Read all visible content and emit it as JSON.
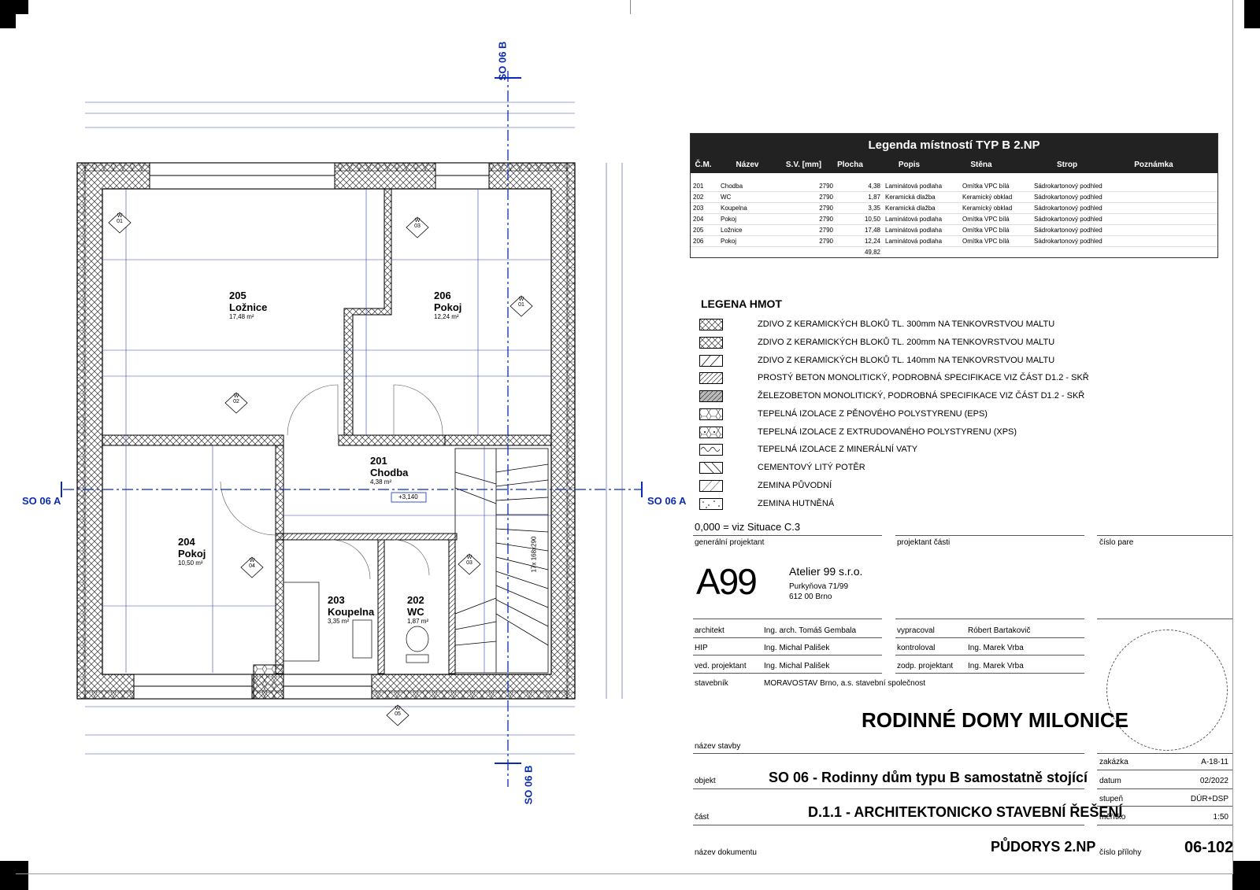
{
  "drawing": {
    "section_labels": {
      "a_left": "SO 06 A",
      "a_right": "SO 06 A",
      "b_top": "SO 06 B",
      "b_bottom": "SO 06 B"
    },
    "rooms": [
      {
        "num": "205",
        "name": "Ložnice",
        "area": "17,48 m²"
      },
      {
        "num": "206",
        "name": "Pokoj",
        "area": "12,24 m²"
      },
      {
        "num": "201",
        "name": "Chodba",
        "area": "4,38 m²"
      },
      {
        "num": "204",
        "name": "Pokoj",
        "area": "10,50 m²"
      },
      {
        "num": "203",
        "name": "Koupelna",
        "area": "3,35 m²"
      },
      {
        "num": "202",
        "name": "WC",
        "area": "1,87 m²"
      }
    ],
    "level_mark": "+3,140",
    "stair_note": "17x 168x290",
    "windows": [
      {
        "top": "W",
        "bottom": "01"
      },
      {
        "top": "W",
        "bottom": "03"
      },
      {
        "top": "W",
        "bottom": "01"
      },
      {
        "top": "W",
        "bottom": "02"
      },
      {
        "top": "W",
        "bottom": "04"
      },
      {
        "top": "W",
        "bottom": "03"
      },
      {
        "top": "W",
        "bottom": "05"
      }
    ]
  },
  "room_legend": {
    "title": "Legenda místností TYP B 2.NP",
    "headers": [
      "Č.M.",
      "Název",
      "S.V. [mm]",
      "Plocha [m2]",
      "Popis",
      "Stěna",
      "Strop",
      "Poznámka"
    ],
    "rows": [
      [
        "201",
        "Chodba",
        "2790",
        "4,38",
        "Laminátová podlaha",
        "Omítka VPC bílá",
        "Sádrokartonový podhled",
        ""
      ],
      [
        "202",
        "WC",
        "2790",
        "1,87",
        "Keramická dlažba",
        "Keramický obklad",
        "Sádrokartonový podhled",
        ""
      ],
      [
        "203",
        "Koupelna",
        "2790",
        "3,35",
        "Keramická dlažba",
        "Keramický obklad",
        "Sádrokartonový podhled",
        ""
      ],
      [
        "204",
        "Pokoj",
        "2790",
        "10,50",
        "Laminátová podlaha",
        "Omítka VPC bílá",
        "Sádrokartonový podhled",
        ""
      ],
      [
        "205",
        "Ložnice",
        "2790",
        "17,48",
        "Laminátová podlaha",
        "Omítka VPC bílá",
        "Sádrokartonový podhled",
        ""
      ],
      [
        "206",
        "Pokoj",
        "2790",
        "12,24",
        "Laminátová podlaha",
        "Omítka VPC bílá",
        "Sádrokartonový podhled",
        ""
      ]
    ],
    "total": "49,82"
  },
  "material_legend": {
    "title": "LEGENA HMOT",
    "items": [
      {
        "pattern": "cross-hatch",
        "label": "ZDIVO Z KERAMICKÝCH BLOKŮ TL. 300mm NA TENKOVRSTVOU MALTU"
      },
      {
        "pattern": "cross-hatch",
        "label": "ZDIVO Z KERAMICKÝCH BLOKŮ TL. 200mm NA TENKOVRSTVOU MALTU"
      },
      {
        "pattern": "diagonal",
        "label": "ZDIVO Z KERAMICKÝCH BLOKŮ TL. 140mm NA TENKOVRSTVOU MALTU"
      },
      {
        "pattern": "dense-diagonal",
        "label": "PROSTÝ BETON MONOLITICKÝ, PODROBNÁ SPECIFIKACE VIZ ČÁST D1.2 - SKŘ"
      },
      {
        "pattern": "dense-diagonal-dark",
        "label": "ŽELEZOBETON MONOLITICKÝ, PODROBNÁ SPECIFIKACE VIZ ČÁST D1.2 - SKŘ"
      },
      {
        "pattern": "hex",
        "label": "TEPELNÁ IZOLACE Z PĚNOVÉHO POLYSTYRENU (EPS)"
      },
      {
        "pattern": "hex-dots",
        "label": "TEPELNÁ IZOLACE Z EXTRUDOVANÉHO POLYSTYRENU (XPS)"
      },
      {
        "pattern": "mineral",
        "label": "TEPELNÁ IZOLACE Z MINERÁLNÍ VATY"
      },
      {
        "pattern": "back-diagonal",
        "label": "CEMENTOVÝ LITÝ POTĚR"
      },
      {
        "pattern": "sparse-diagonal",
        "label": "ZEMINA PŮVODNÍ"
      },
      {
        "pattern": "dots",
        "label": "ZEMINA HUTNĚNÁ"
      }
    ]
  },
  "title_block": {
    "level_note": "0,000 = viz Situace C.3",
    "general_designer_label": "generální projektant",
    "part_designer_label": "projektant části",
    "copy_number_label": "číslo pare",
    "logo": "A99",
    "company": "Atelier 99 s.r.o.",
    "address1": "Purkyňova 71/99",
    "address2": "612 00 Brno",
    "left_roles": [
      {
        "label": "architekt",
        "value": "Ing. arch. Tomáš Gembala"
      },
      {
        "label": "HIP",
        "value": "Ing. Michal Pališek"
      },
      {
        "label": "ved. projektant",
        "value": "Ing. Michal Pališek"
      },
      {
        "label": "stavebník",
        "value": "MORAVOSTAV Brno, a.s. stavební společnost"
      }
    ],
    "right_roles": [
      {
        "label": "vypracoval",
        "value": "Róbert Bartakovič"
      },
      {
        "label": "kontroloval",
        "value": "Ing. Marek Vrba"
      },
      {
        "label": "zodp. projektant",
        "value": "Ing. Marek Vrba"
      }
    ],
    "project_name": "RODINNÉ DOMY MILONICE",
    "project_name_label": "název stavby",
    "object_label": "objekt",
    "object": "SO 06 - Rodinny dům typu B samostatně stojící",
    "part_label": "část",
    "part": "D.1.1 - ARCHITEKTONICKO STAVEBNÍ ŘEŠENÍ",
    "doc_label": "název dokumentu",
    "doc": "PŮDORYS 2.NP",
    "meta": [
      {
        "label": "zakázka",
        "value": "A-18-11"
      },
      {
        "label": "datum",
        "value": "02/2022"
      },
      {
        "label": "stupeň",
        "value": "DÚR+DSP"
      },
      {
        "label": "měřítko",
        "value": "1:50"
      }
    ],
    "attachment_label": "číslo přílohy",
    "attachment": "06-102"
  }
}
